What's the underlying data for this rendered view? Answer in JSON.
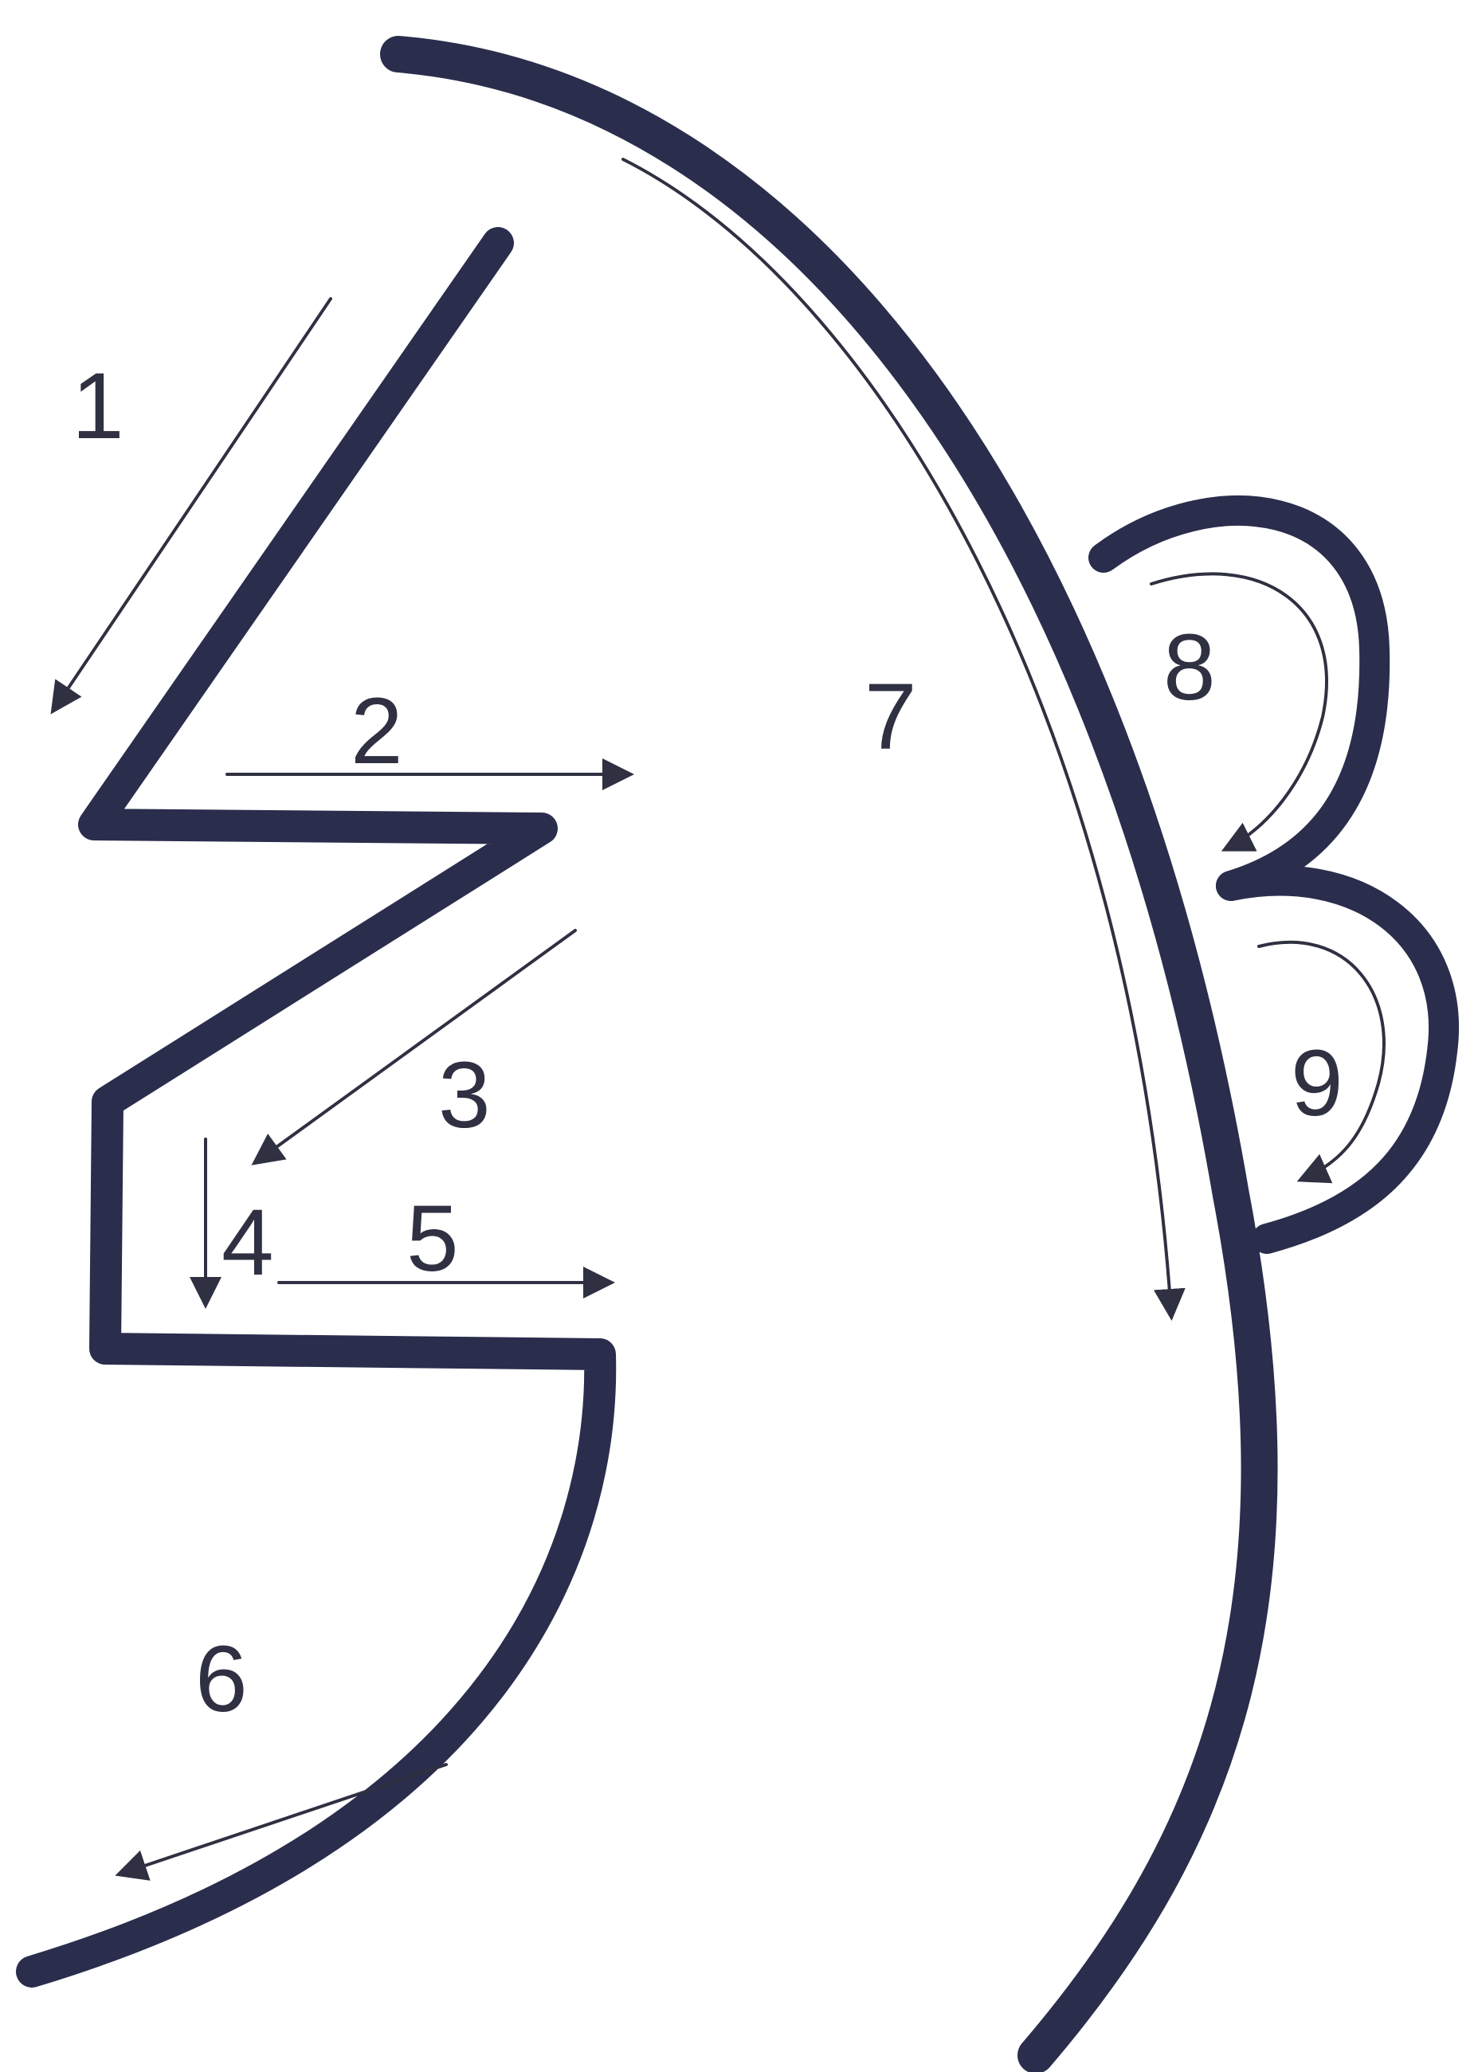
{
  "colors": {
    "outline": "#2a2d4c",
    "arrow": "#2f3041",
    "label": "#2f3041",
    "background": "#ffffff"
  },
  "labels": {
    "step_1": "1",
    "step_2": "2",
    "step_3": "3",
    "step_4": "4",
    "step_5": "5",
    "step_6": "6",
    "step_7": "7",
    "step_8": "8",
    "step_9": "9"
  }
}
